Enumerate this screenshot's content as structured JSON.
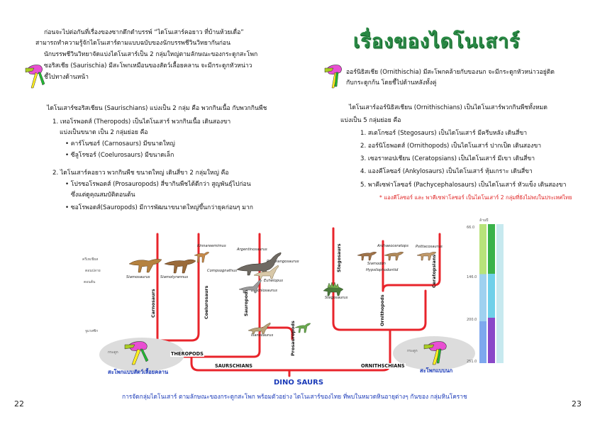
{
  "title": "เรื่องของไดโนเสาร์",
  "page_left": "22",
  "page_right": "23",
  "intro": {
    "line1": "ก่อนจะไปต่อกันที่เรื่องของซากดึกดำบรรพ์ “ไดโนเสาร์คอยาว ที่บ้านห้วยเดื่อ”",
    "line2": "สามารถทำความรู้จักไดโนเสาร์ตามแบบฉบับของนักบรรพชีวินวิทยากันก่อน",
    "line3": "นักบรรพชีวินวิทยาจัดแบ่งไดโนเสาร์เป็น 2 กลุ่มใหญ่ตามลักษณะของกระดูกสะโพก",
    "line4": "ซอริสเชีย (Saurischia) มีสะโพกเหมือนของสัตว์เลื้อยคลาน จะมีกระดูกหัวหน่าว",
    "line5": "ชี้ไปทางด้านหน้า"
  },
  "right_intro": {
    "line1": "ออร์นิธิสเชีย (Ornithischia) มีสะโพกคล้ายกับของนก จะมีกระดูกหัวหน่าวอยู่ติด",
    "line2": "กับกระดูกก้น โดยชี้ไปด้านหลังทั้งคู่"
  },
  "saurischia": {
    "heading": "ไดโนเสาร์ซอริสเชียน (Saurischians) แบ่งเป็น 2 กลุ่ม คือ พวกกินเนื้อ กับพวกกินพืช",
    "item1": "1. เทอโรพอดส์ (Theropods) เป็นไดโนเสาร์ พวกกินเนื้อ เดินสองขา",
    "item1_sub": "แบ่งเป็นขนาด เป็น 2 กลุ่มย่อย คือ",
    "item1_b1": "• คาร์โนซอร์ (Carnosaurs) มีขนาดใหญ่",
    "item1_b2": "• ซีลูโรซอร์ (Coelurosaurs) มีขนาดเล็ก",
    "item2": "2. ไดโนเสาร์คอยาว พวกกินพืช ขนาดใหญ่ เดินสี่ขา 2 กลุ่มใหญ่ คือ",
    "item2_b1": "• โปรซอโรพอดส์ (Prosauropods) สี่ขากินพืชได้ดีกว่า สูญพันธุ์ไปก่อน",
    "item2_b1b": "ซึ่งแต่ดูคุณสมบัติตอนต้น",
    "item2_b2": "• ซอโรพอดส์(Sauropods) มีการพัฒนาขนาดใหญ่ขึ้นกว่ายุคก่อนๆ มาก"
  },
  "ornithischia": {
    "heading": "ไดโนเสาร์ออร์นิธิสเชียน (Ornithischians) เป็นไดโนเสาร์พวกกินพืชทั้งหมด",
    "sub": "แบ่งเป็น 5 กลุ่มย่อย คือ",
    "item1": "1. สเตโกซอร์ (Stegosaurs) เป็นไดโนเสาร์ มีครีบหลัง เดินสี่ขา",
    "item2": "2. ออร์นิโธพอดส์ (Ornithopods) เป็นไดโนเสาร์ ปากเป็ด เดินสองขา",
    "item3": "3. เซอราทอปเชียน (Ceratopsians) เป็นไดโนเสาร์ มีเขา เดินสี่ขา",
    "item4": "4. แองคีโลซอร์ (Ankylosaurs) เป็นไดโนเสาร์ หุ้มเกราะ เดินสี่ขา",
    "item5": "5. พาคีเซฟาโลซอร์ (Pachycephalosaurs) เป็นไดโนเสาร์ หัวแข็ง เดินสองขา",
    "note": "* แองคีโลซอร์ และ พาคีเซฟาโลซอร์ เป็นไดโนเสาร์ 2 กลุ่มที่ยังไม่พบในประเทศไทย"
  },
  "tree": {
    "root": "DINO SAURS",
    "saurischians": "SAURSCHIANS",
    "ornithischians": "ORNITHSCHIANS",
    "theropods": "THEROPODS",
    "carnosaurs": "Carnosaurs",
    "coelurosaurs": "Coelurosaurs",
    "sauropods": "Sauropods",
    "prosauropods": "Prosauropods",
    "stegosaurs": "Stegosaurs",
    "ornithopods": "Ornithopods",
    "ceratopsians": "Ceratopsians",
    "era_cretaceous": "ครีเทเชียส",
    "era_late": "ตอนปลาย",
    "era_early": "ตอนต้น",
    "era_jurassic": "จูแรสซิก",
    "scale_top": "ล้านปี",
    "scale_66": "66.0",
    "scale_146": "146.0",
    "scale_200": "200.0",
    "scale_251": "251.0"
  },
  "genera": {
    "kinnareemimus": "Kinnareemimus",
    "argentinosaurus": "Argentinosaurus",
    "phuwiangosaurus": "Phuwiangosaurus",
    "siamosaurus": "Siamosaurus",
    "siamotyrannus": "Siamotyrannus",
    "compsognathus": "Compsognathus",
    "euhelopus": "Euhelopus",
    "brachiosaurus": "Brachiosaurus",
    "isanosaurus": "Isanosaurus",
    "stegosaurus": "Stegosaurus",
    "psittacosaurus": "Psittacosaurus",
    "archaeoceratops": "Archaeoceratops",
    "siamodon": "Siamodon",
    "hypsilophodontid": "Hypsilophodontid"
  },
  "hip_left": "สะโพกแบบสัตว์เลื้อยคลาน",
  "hip_right": "สะโพกแบบนก",
  "hip_bone_left": "กระดูก",
  "hip_bone_right": "กระดูก",
  "caption": "การจัดกลุ่มไดโนเสาร์ ตามลักษณะของกระดูกสะโพก พร้อมตัวอย่าง ไดโนเสาร์ของไทย ที่พบในหมวดหินอายุต่างๆ กันของ กลุ่มหินโคราช",
  "colors": {
    "tree_red": "#e8242b",
    "title_green": "#2a8a45",
    "caption_blue": "#1a3ab8"
  }
}
